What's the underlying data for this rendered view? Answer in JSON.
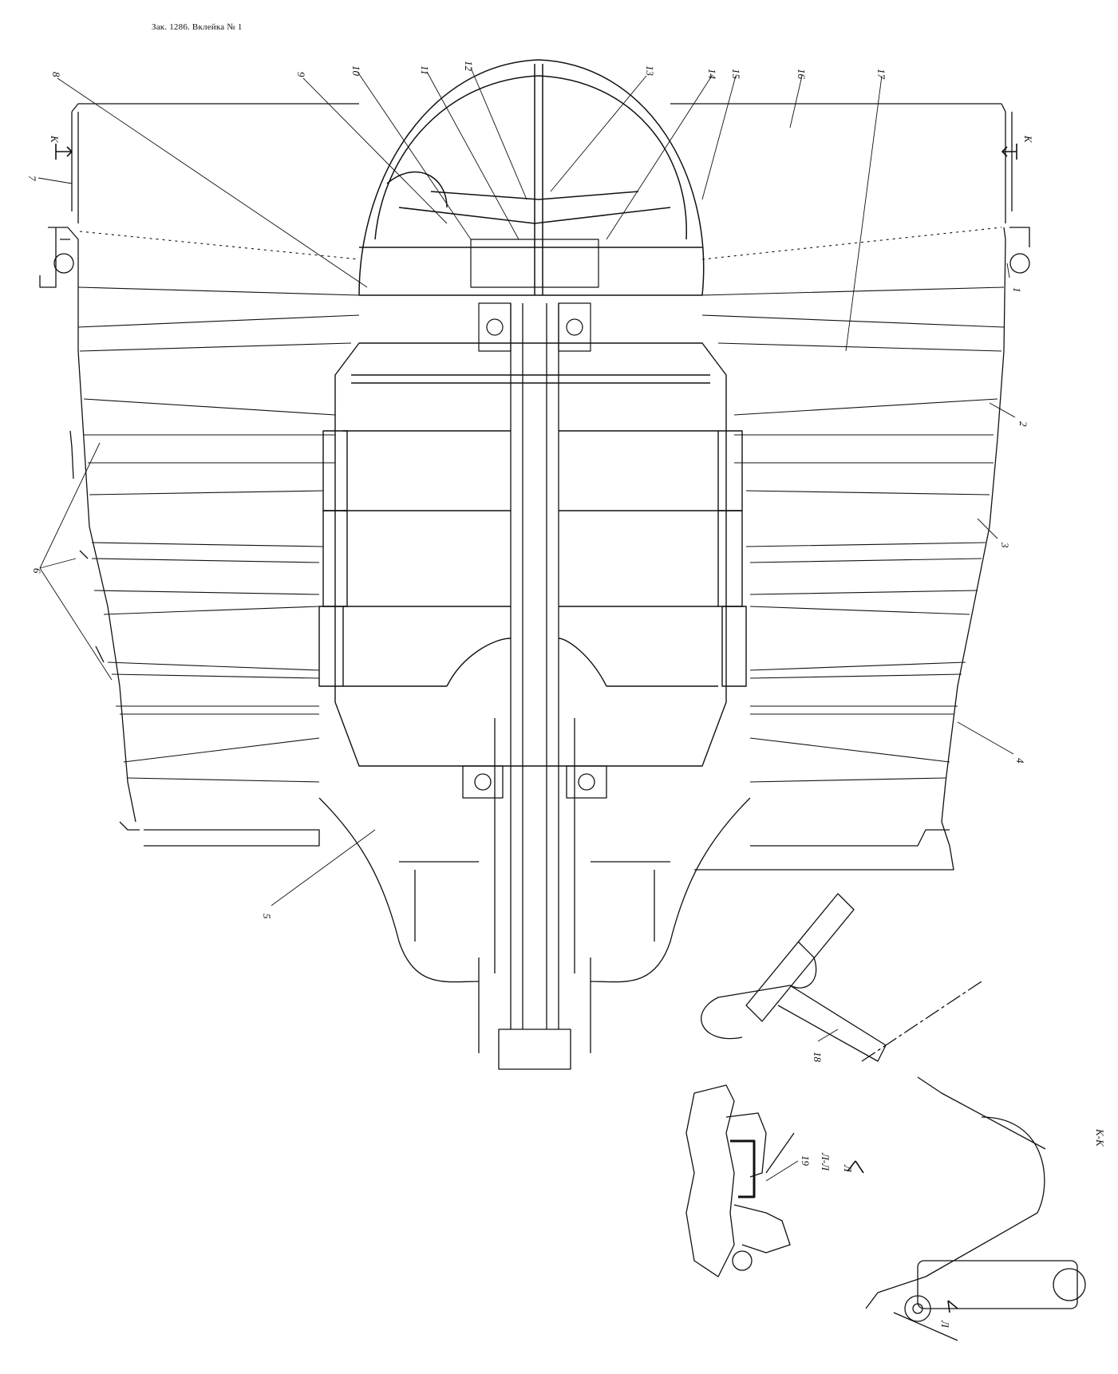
{
  "header": "Зак. 1286. Вклейка № 1",
  "callouts": [
    "1",
    "2",
    "3",
    "4",
    "5",
    "6",
    "7",
    "8",
    "9",
    "10",
    "11",
    "12",
    "13",
    "14",
    "15",
    "16",
    "17",
    "18",
    "19"
  ],
  "section_marks": {
    "kk_left": "К",
    "kk_right": "К",
    "kk_title": "К-К",
    "ll_title": "Л-Л",
    "ll_top": "Л",
    "ll_bottom": "Л"
  }
}
